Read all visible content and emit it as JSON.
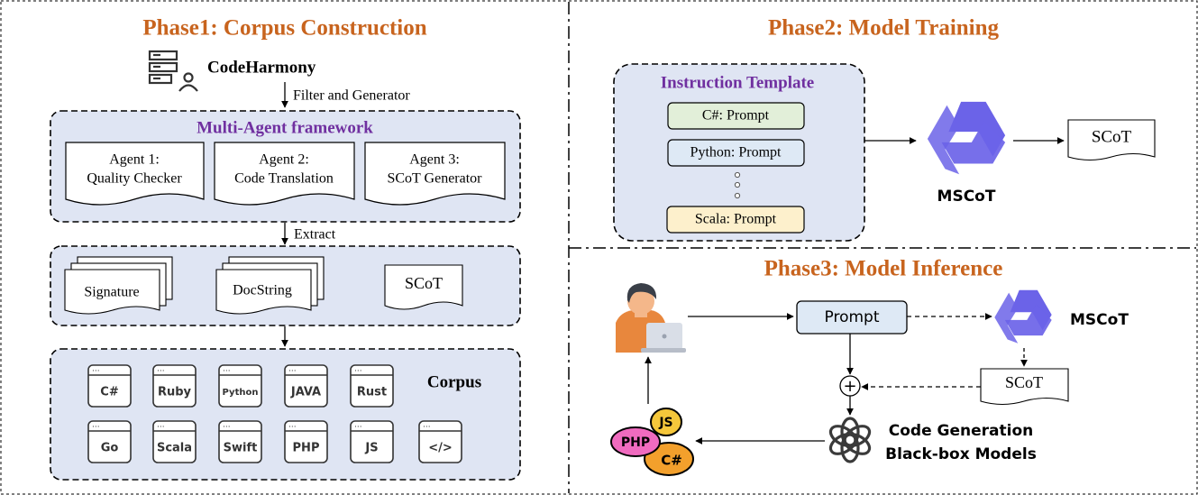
{
  "colors": {
    "phase_title": "#c8641e",
    "purple_title": "#7030a0",
    "panel_fill": "#dfe5f3",
    "prompt_green": "#e2efd9",
    "prompt_blue": "#dee9f5",
    "prompt_yellow": "#fdf0cc",
    "model_logo": "#6b63e8",
    "php_badge": "#f06bbf",
    "js_badge": "#f5c73b",
    "csharp_badge": "#f3a02c"
  },
  "phase1": {
    "title": "Phase1: Corpus Construction",
    "source_name": "CodeHarmony",
    "source_icon": "database-user-icon",
    "filter_label": "Filter and Generator",
    "framework_title": "Multi-Agent framework",
    "agents": [
      {
        "name": "Agent 1:",
        "role": "Quality Checker"
      },
      {
        "name": "Agent 2:",
        "role": "Code Translation"
      },
      {
        "name": "Agent 3:",
        "role": "SCoT Generator"
      }
    ],
    "extract_label": "Extract",
    "extracted": {
      "signature": "Signature",
      "docstring": "DocString",
      "scot": "SCoT"
    },
    "corpus_title": "Corpus",
    "corpus_dots": "...",
    "languages": [
      "C#",
      "Ruby",
      "Python",
      "JAVA",
      "Rust",
      "Go",
      "Scala",
      "Swift",
      "PHP",
      "JS",
      "</>"
    ]
  },
  "phase2": {
    "title": "Phase2: Model Training",
    "template_title": "Instruction Template",
    "prompts": [
      "C#: Prompt",
      "Python: Prompt",
      "Scala: Prompt"
    ],
    "model_name": "MSCoT",
    "output": "SCoT"
  },
  "phase3": {
    "title": "Phase3: Model Inference",
    "prompt": "Prompt",
    "model_name": "MSCoT",
    "scot": "SCoT",
    "plus": "+",
    "generator_line1": "Code Generation",
    "generator_line2": "Black-box Models",
    "badges": [
      "JS",
      "PHP",
      "C#"
    ]
  }
}
